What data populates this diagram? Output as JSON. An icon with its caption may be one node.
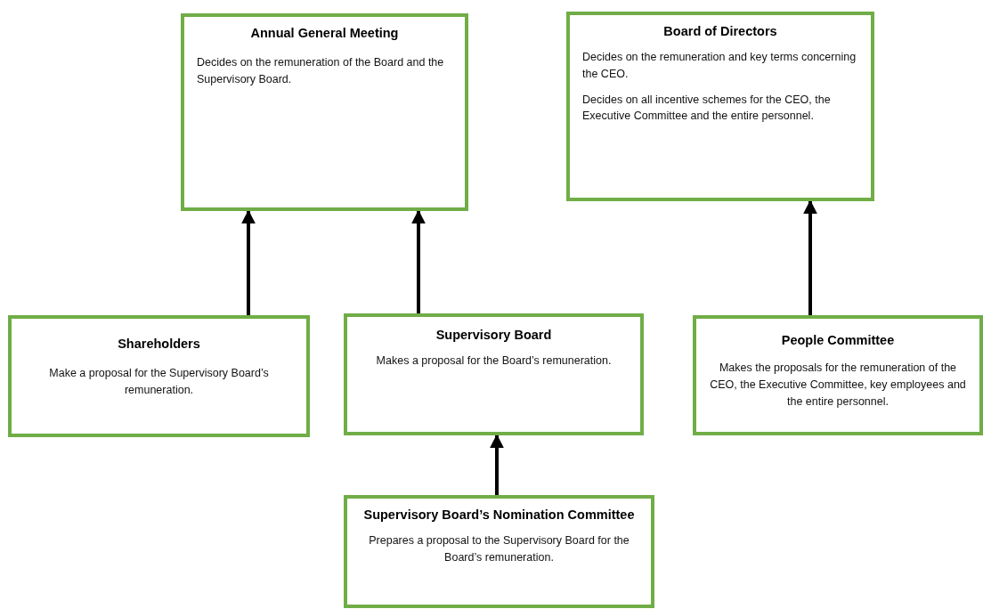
{
  "diagram": {
    "nodes": [
      {
        "text": [
          "Annual General Meeting",
          "Decides on the remuneration of the Board and the Supervisory Board."
        ]
      },
      {
        "text": [
          "Board of Directors",
          "Decides on the remuneration and key terms concerning the CEO.",
          "Decides on all incentive schemes for the CEO, the Executive Committee and the entire personnel."
        ]
      },
      {
        "text": [
          "Shareholders",
          "Make a proposal for the Supervisory Board’s remuneration."
        ]
      },
      {
        "text": [
          "Supervisory Board",
          "Makes a proposal for the Board’s remuneration."
        ]
      },
      {
        "text": [
          "People Committee",
          "Makes the proposals for the remuneration of the CEO, the Executive Committee, key employees and the entire personnel."
        ]
      },
      {
        "text": [
          "Supervisory Board’s Nomination Committee",
          "Prepares a proposal to the Supervisory Board for the Board’s remuneration."
        ]
      }
    ],
    "edges": [
      {
        "from": 2,
        "to": 0,
        "arrow": "to"
      },
      {
        "from": 3,
        "to": 0,
        "arrow": "to"
      },
      {
        "from": 4,
        "to": 1,
        "arrow": "to"
      },
      {
        "from": 5,
        "to": 3,
        "arrow": "to"
      }
    ]
  }
}
